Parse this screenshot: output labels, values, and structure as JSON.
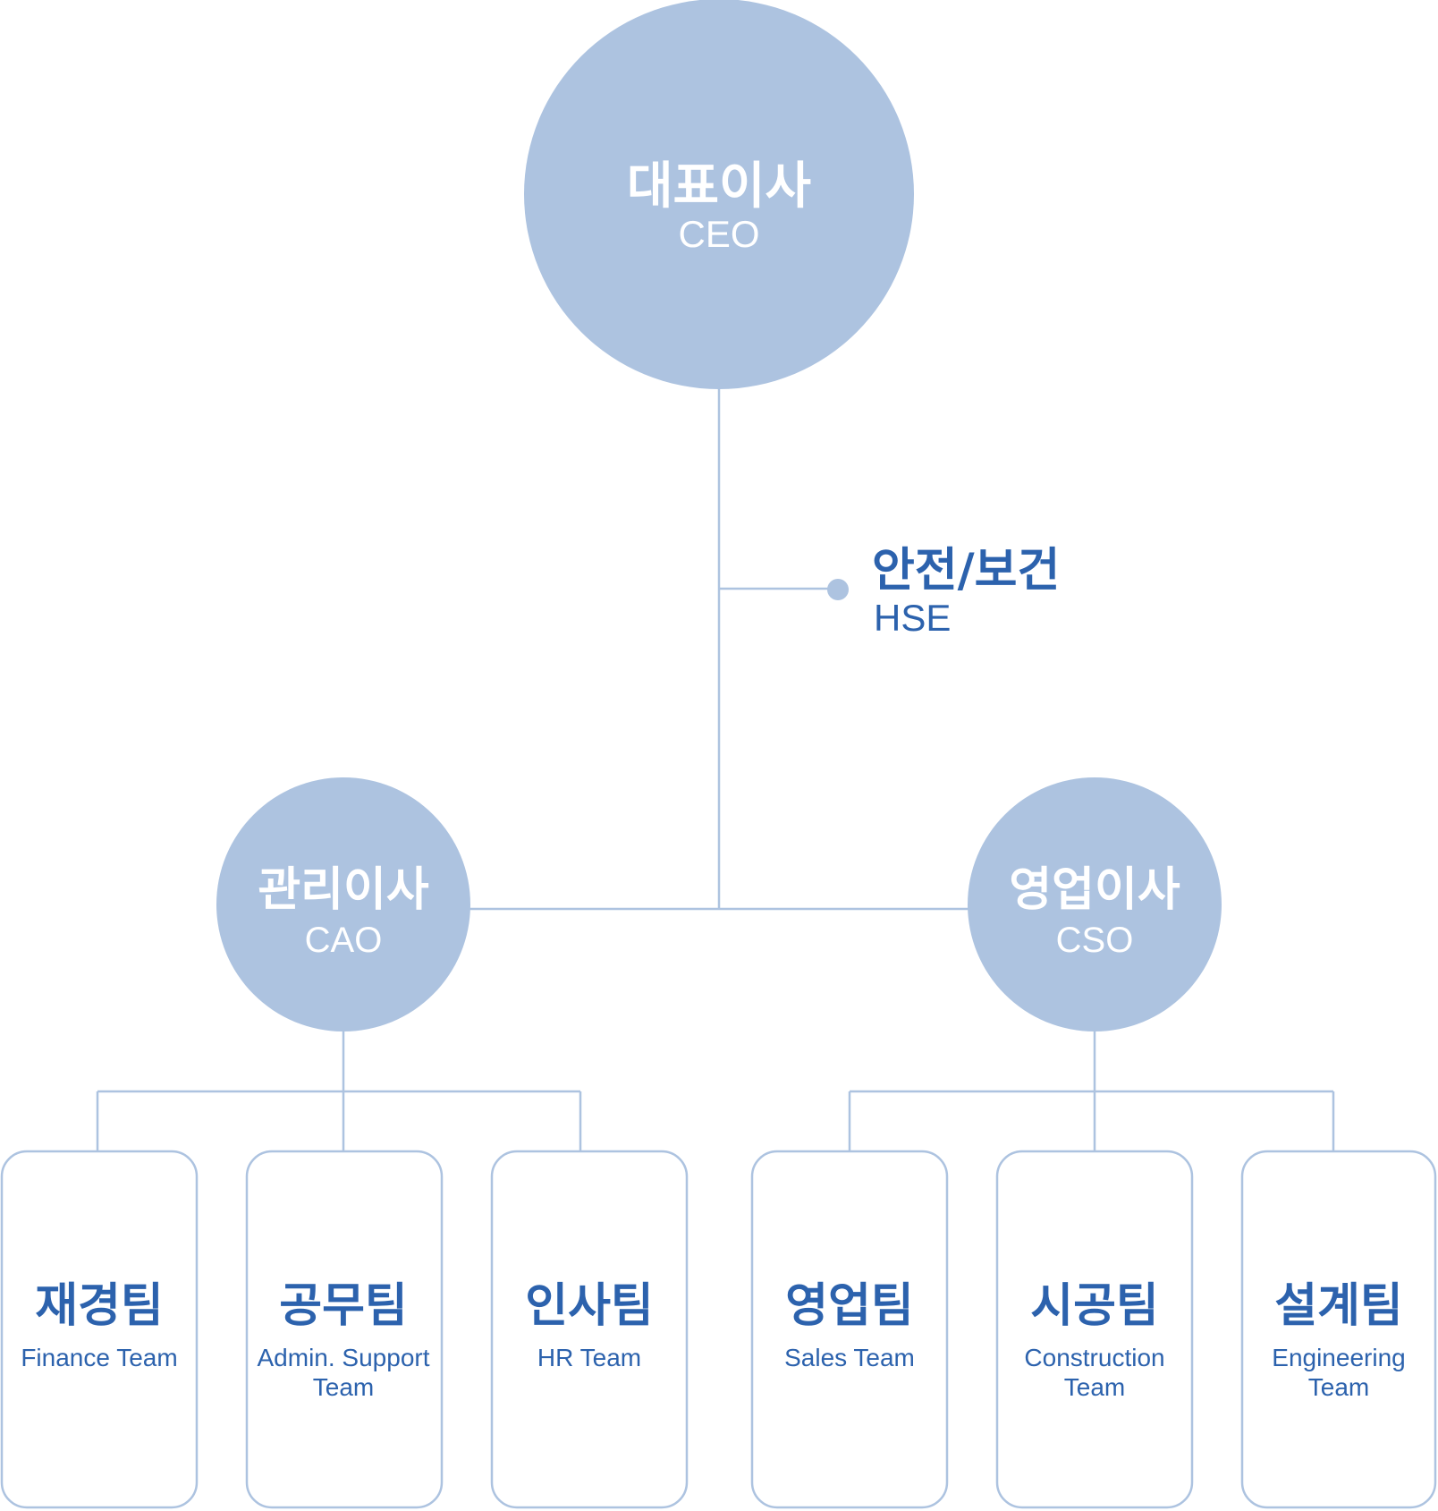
{
  "colors": {
    "node_fill": "#adc3e0",
    "line": "#adc3e0",
    "accent_text": "#2c62ad",
    "card_fill": "#ffffff"
  },
  "ceo": {
    "ko": "대표이사",
    "en": "CEO"
  },
  "hse": {
    "ko": "안전/보건",
    "en": "HSE"
  },
  "cao": {
    "ko": "관리이사",
    "en": "CAO"
  },
  "cso": {
    "ko": "영업이사",
    "en": "CSO"
  },
  "teams": [
    {
      "ko": "재경팀",
      "en": [
        "Finance Team"
      ]
    },
    {
      "ko": "공무팀",
      "en": [
        "Admin. Support",
        "Team"
      ]
    },
    {
      "ko": "인사팀",
      "en": [
        "HR Team"
      ]
    },
    {
      "ko": "영업팀",
      "en": [
        "Sales Team"
      ]
    },
    {
      "ko": "시공팀",
      "en": [
        "Construction",
        "Team"
      ]
    },
    {
      "ko": "설계팀",
      "en": [
        "Engineering",
        "Team"
      ]
    }
  ]
}
